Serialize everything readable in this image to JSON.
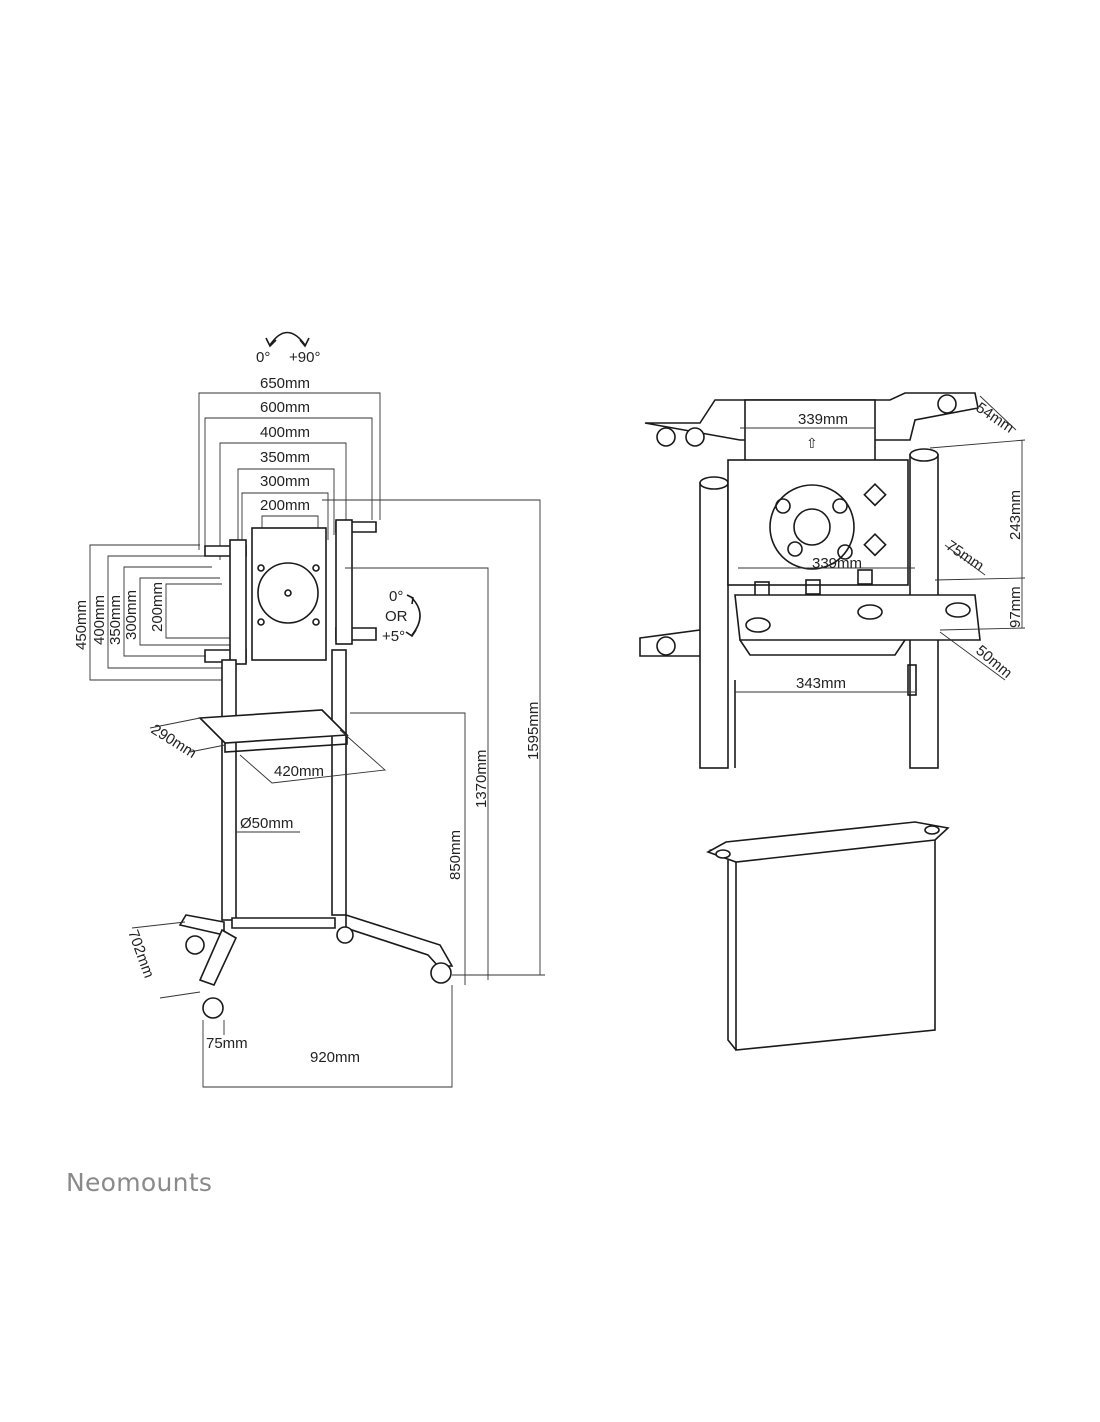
{
  "brand": "Neomounts",
  "stand": {
    "rotation_top": {
      "a": "0°",
      "b": "+90°"
    },
    "widths": [
      "650mm",
      "600mm",
      "400mm",
      "350mm",
      "300mm",
      "200mm"
    ],
    "heights": [
      "450mm",
      "400mm",
      "350mm",
      "300mm",
      "200mm"
    ],
    "tilt": {
      "a": "0°",
      "or": "OR",
      "b": "+5°"
    },
    "shelf_depth": "290mm",
    "shelf_width": "420mm",
    "pole_diameter": "Ø50mm",
    "height_shelf": "850mm",
    "height_center": "1370mm",
    "height_total": "1595mm",
    "base_depth": "702mm",
    "caster": "75mm",
    "base_width": "920mm"
  },
  "detail": {
    "top_width": "339mm",
    "inner_width": "339mm",
    "bottom_width": "343mm",
    "top_offset": "54mm",
    "plate_height": "243mm",
    "plate_offset": "75mm",
    "lower_height": "97mm",
    "lower_offset": "50mm"
  }
}
